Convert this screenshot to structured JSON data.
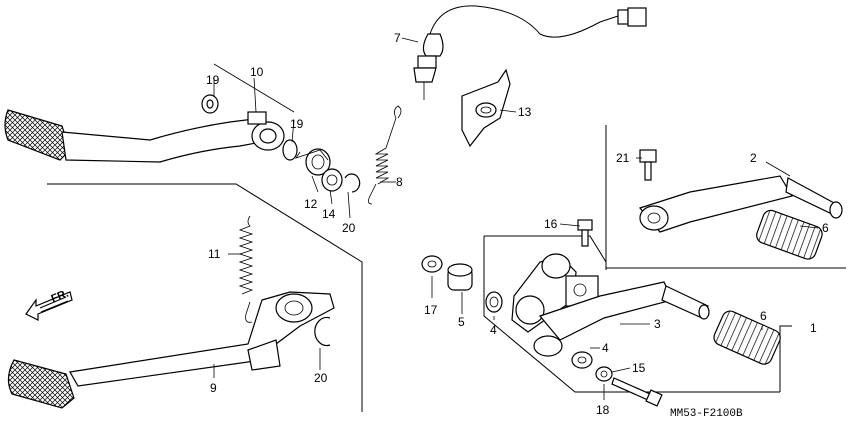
{
  "diagram": {
    "callouts": {
      "c1": "1",
      "c2": "2",
      "c3": "3",
      "c4a": "4",
      "c4b": "4",
      "c5": "5",
      "c6a": "6",
      "c6b": "6",
      "c7": "7",
      "c8": "8",
      "c9": "9",
      "c10": "10",
      "c11": "11",
      "c12": "12",
      "c13": "13",
      "c14": "14",
      "c15": "15",
      "c16": "16",
      "c17": "17",
      "c18": "18",
      "c19a": "19",
      "c19b": "19",
      "c20a": "20",
      "c20b": "20",
      "c21": "21"
    },
    "front_label": "FR.",
    "code": "MM53-F2100B"
  }
}
